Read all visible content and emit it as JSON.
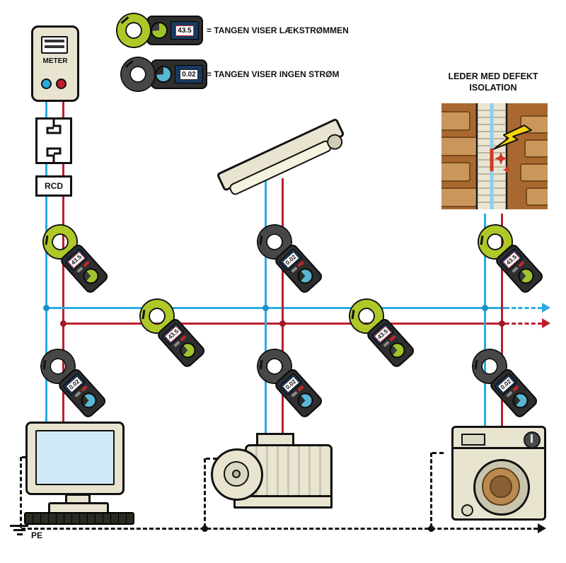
{
  "legend": {
    "items": [
      {
        "value": "43.5",
        "label": "= TANGEN VISER LÆKSTRØMMEN",
        "type": "leak-current"
      },
      {
        "value": "0.02",
        "label": "= TANGEN VISER INGEN STRØM",
        "type": "no-current"
      }
    ]
  },
  "supply": {
    "meter_label": "METER",
    "rcd_label": "RCD"
  },
  "earth": {
    "pe_label": "PE"
  },
  "defect": {
    "title": "LEDER MED DEFEKT ISOLATION"
  },
  "clamps": [
    {
      "id": "service-line-top",
      "type": "leak-current",
      "reading": "43.5"
    },
    {
      "id": "computer-branch",
      "type": "no-current",
      "reading": "0.02"
    },
    {
      "id": "bus-left-section",
      "type": "leak-current",
      "reading": "43.5"
    },
    {
      "id": "lamp-branch",
      "type": "no-current",
      "reading": "0.02"
    },
    {
      "id": "motor-branch",
      "type": "no-current",
      "reading": "0.02"
    },
    {
      "id": "bus-right-section",
      "type": "leak-current",
      "reading": "43.5"
    },
    {
      "id": "defect-line-top",
      "type": "leak-current",
      "reading": "43.5"
    },
    {
      "id": "washer-branch",
      "type": "no-current",
      "reading": "0.02"
    }
  ],
  "colors": {
    "wire_live": "#be1e2d",
    "wire_neutral": "#29abe2",
    "earth_line": "#111111",
    "clamp_leak_ring": "#aec827",
    "clamp_none_ring": "#474747",
    "device_body": "#e8e4d0",
    "wall_brown": "#a9682f"
  }
}
